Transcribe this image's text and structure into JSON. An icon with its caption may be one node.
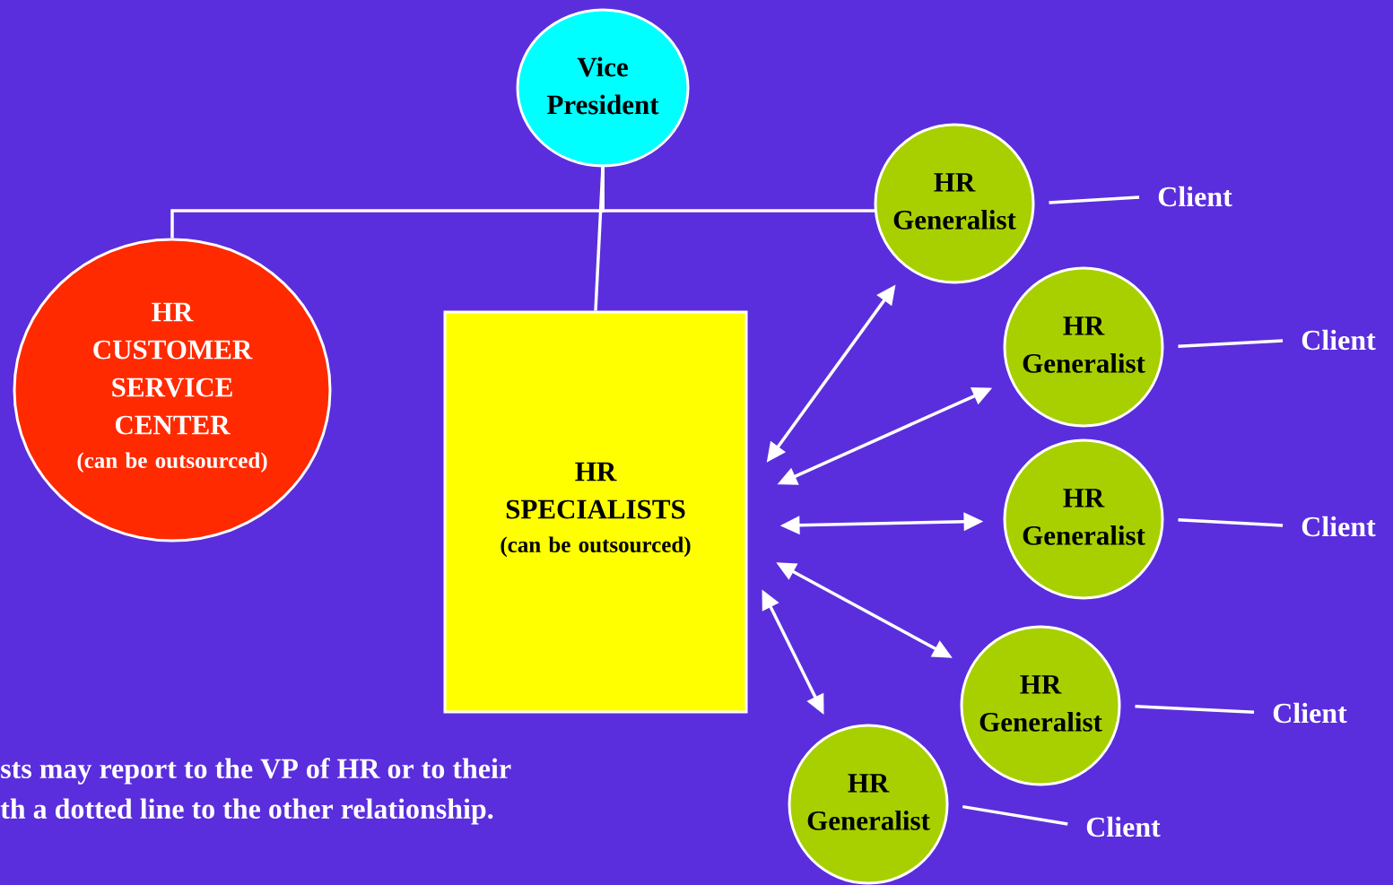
{
  "diagram": {
    "nodes": [
      {
        "text": [
          "Vice President"
        ]
      },
      {
        "text": [
          "HR CUSTOMER SERVICE CENTER",
          "(can be outsourced)"
        ]
      },
      {
        "text": [
          "HR SPECIALISTS",
          "(can be outsourced)"
        ]
      },
      {
        "text": [
          "HR Generalist"
        ]
      },
      {
        "text": [
          "HR Generalist"
        ]
      },
      {
        "text": [
          "HR Generalist"
        ]
      },
      {
        "text": [
          "HR Generalist"
        ]
      },
      {
        "text": [
          "HR Generalist"
        ]
      },
      {
        "text": [
          "Client"
        ]
      },
      {
        "text": [
          "Client"
        ]
      },
      {
        "text": [
          "Client"
        ]
      },
      {
        "text": [
          "Client"
        ]
      },
      {
        "text": [
          "Client"
        ]
      }
    ],
    "edges": [
      {
        "from": 0,
        "to": 1,
        "arrow": "none"
      },
      {
        "from": 0,
        "to": 2,
        "arrow": "none"
      },
      {
        "from": 0,
        "to": 3,
        "arrow": "none"
      },
      {
        "from": 2,
        "to": 3,
        "arrow": "both"
      },
      {
        "from": 2,
        "to": 4,
        "arrow": "both"
      },
      {
        "from": 2,
        "to": 5,
        "arrow": "both"
      },
      {
        "from": 2,
        "to": 6,
        "arrow": "both"
      },
      {
        "from": 2,
        "to": 7,
        "arrow": "both"
      },
      {
        "from": 3,
        "to": 8,
        "arrow": "none"
      },
      {
        "from": 4,
        "to": 9,
        "arrow": "none"
      },
      {
        "from": 5,
        "to": 10,
        "arrow": "none"
      },
      {
        "from": 6,
        "to": 11,
        "arrow": "none"
      },
      {
        "from": 7,
        "to": 12,
        "arrow": "none"
      }
    ],
    "labels": [
      "sts may report to the VP of HR or to their",
      "th a dotted line to the other relationship."
    ]
  }
}
